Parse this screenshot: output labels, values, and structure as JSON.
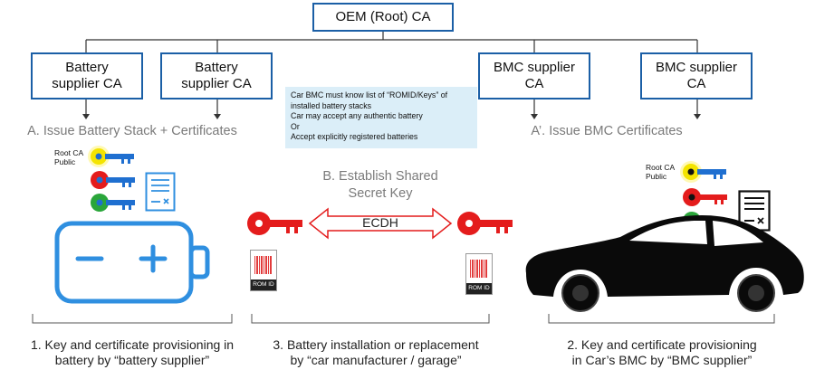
{
  "root_ca": "OEM (Root) CA",
  "ca_boxes": {
    "battery_1": "Battery\nsupplier CA",
    "battery_2": "Battery\nsupplier CA",
    "bmc_1": "BMC supplier\nCA",
    "bmc_2": "BMC supplier\nCA"
  },
  "steps": {
    "a": "A. Issue Battery Stack + Certificates",
    "a_prime": "A’. Issue BMC Certificates",
    "b": "B. Establish Shared\nSecret Key"
  },
  "note_lines": [
    "Car BMC must know list of “ROMID/Keys” of",
    "installed battery stacks",
    "Car may accept any authentic battery",
    "Or",
    "Accept explicitly registered batteries"
  ],
  "root_ca_public_label_left": "Root CA\nPublic",
  "root_ca_public_label_right": "Root CA\nPublic",
  "ecdh_label": "ECDH",
  "rom_id_label_left": "ROM ID",
  "rom_id_label_right": "ROM ID",
  "captions": {
    "one": "1. Key and certificate provisioning in\nbattery by “battery supplier”",
    "three": "3. Battery installation or replacement\nby “car manufacturer / garage”",
    "two": "2. Key and certificate provisioning\nin Car’s BMC by “BMC supplier”"
  },
  "colors": {
    "box_border": "#1b5fa6",
    "battery": "#2f8fe0",
    "key_yellow": "#f4e400",
    "key_red": "#e41c1c",
    "key_green": "#2aa63a",
    "note_bg": "#dbeef8"
  }
}
